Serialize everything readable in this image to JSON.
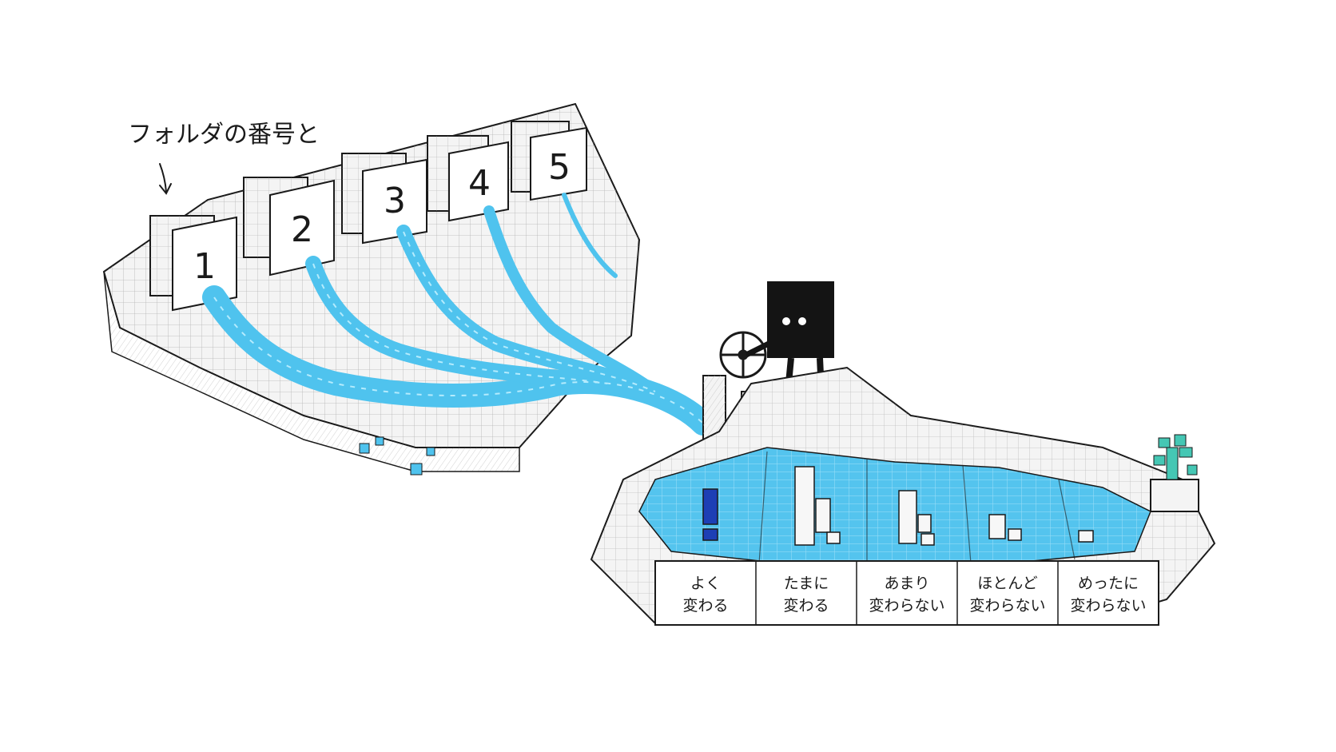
{
  "annotation": {
    "text": "フォルダの番号と"
  },
  "folders": [
    {
      "number": "1"
    },
    {
      "number": "2"
    },
    {
      "number": "3"
    },
    {
      "number": "4"
    },
    {
      "number": "5"
    }
  ],
  "frequency_labels": [
    {
      "line1": "よく",
      "line2": "変わる"
    },
    {
      "line1": "たまに",
      "line2": "変わる"
    },
    {
      "line1": "あまり",
      "line2": "変わらない"
    },
    {
      "line1": "ほとんど",
      "line2": "変わらない"
    },
    {
      "line1": "めったに",
      "line2": "変わらない"
    }
  ],
  "colors": {
    "water": "#4fc3ee",
    "water_light": "#a9e3f7",
    "stone": "#f4f4f4",
    "ink": "#1a1a1a",
    "alert": "#1d3fb5",
    "plant": "#45c7b4",
    "character": "#141414"
  },
  "icons": [
    "exclamation-icon",
    "valve-wheel-icon",
    "plant-icon",
    "arrow-down-icon"
  ]
}
